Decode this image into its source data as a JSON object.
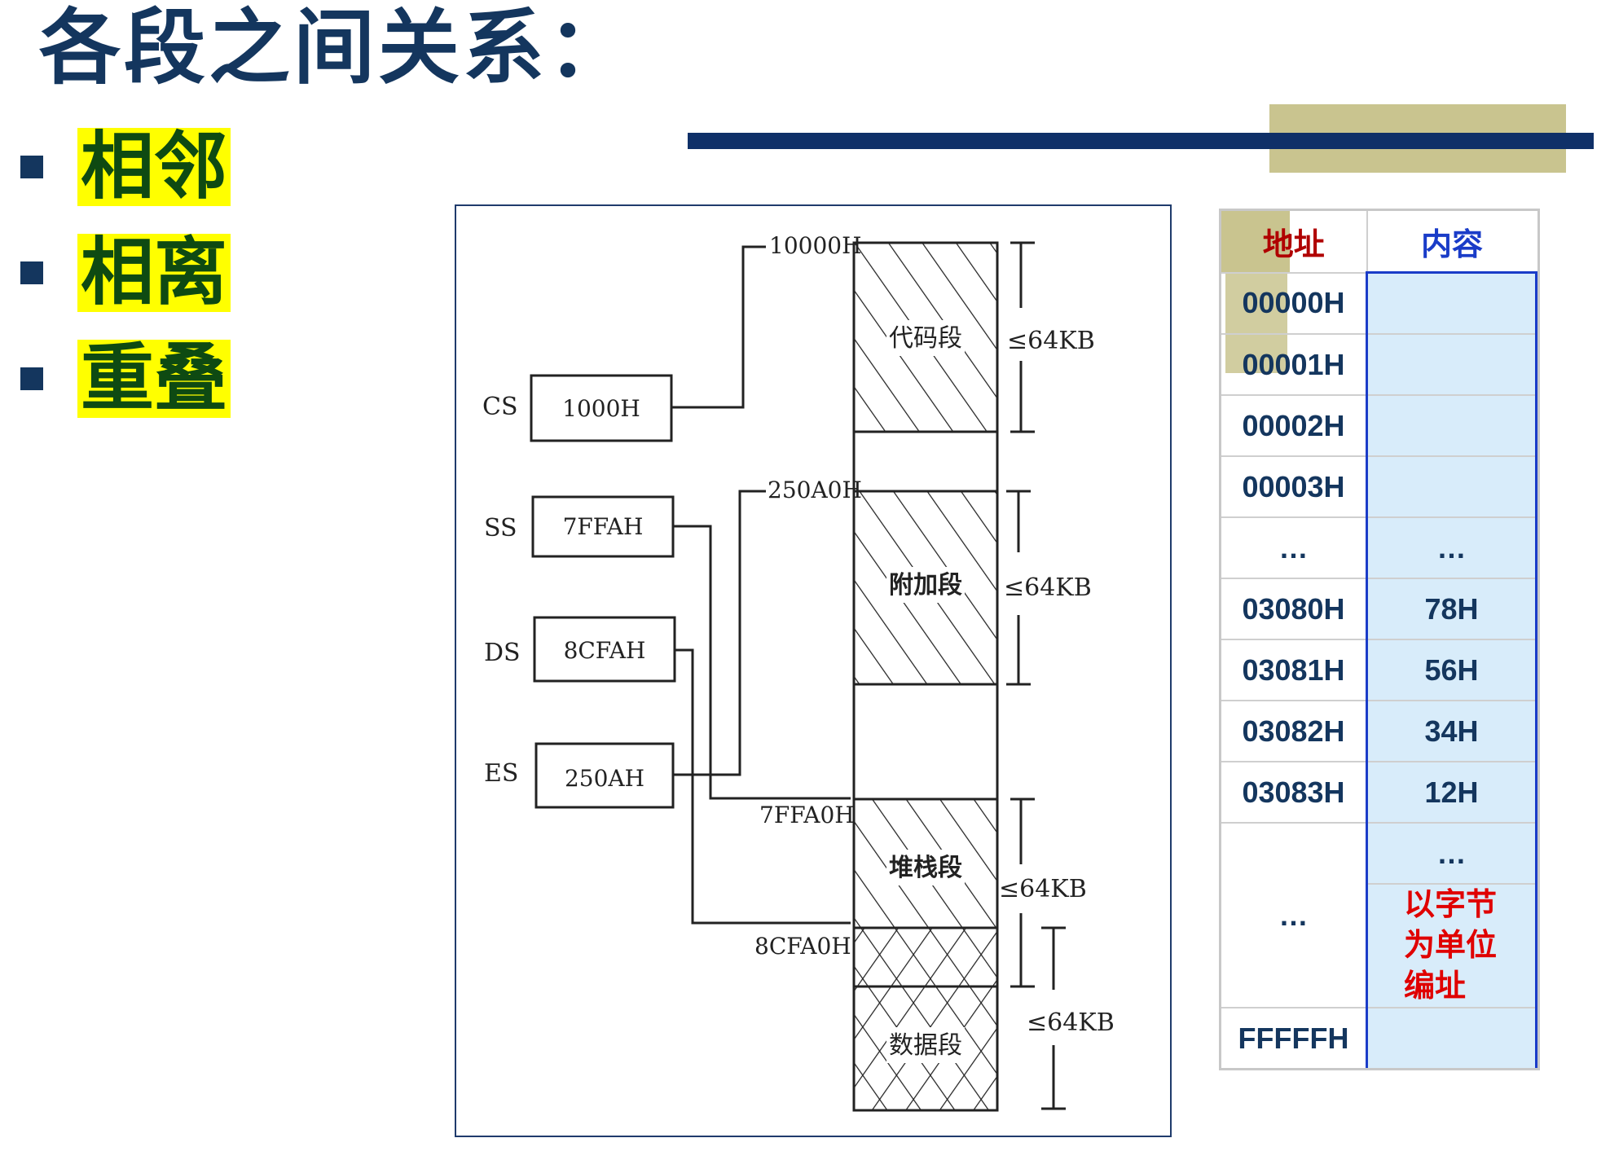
{
  "title": "各段之间关系：",
  "bullets": [
    "相邻",
    "相离",
    "重叠"
  ],
  "colors": {
    "navy": "#0f3068",
    "olive": "#c9c48f",
    "highlight": "#ffff00",
    "bullet_text": "#0e4a12",
    "table_border": "#1a3cc8",
    "cell_fill": "#d8ecfa"
  },
  "diagram": {
    "registers": [
      {
        "name": "CS",
        "value": "1000H"
      },
      {
        "name": "SS",
        "value": "7FFAH"
      },
      {
        "name": "DS",
        "value": "8CFAH"
      },
      {
        "name": "ES",
        "value": "250AH"
      }
    ],
    "addresses": [
      "10000H",
      "250A0H",
      "7FFA0H",
      "8CFA0H"
    ],
    "segments": [
      "代码段",
      "附加段",
      "堆栈段",
      "数据段"
    ],
    "size_label": "≤64KB"
  },
  "memory_table": {
    "headers": {
      "address": "地址",
      "content": "内容"
    },
    "rows": [
      {
        "addr": "00000H",
        "content": ""
      },
      {
        "addr": "00001H",
        "content": ""
      },
      {
        "addr": "00002H",
        "content": ""
      },
      {
        "addr": "00003H",
        "content": ""
      },
      {
        "addr": "…",
        "content": "…"
      },
      {
        "addr": "03080H",
        "content": "78H"
      },
      {
        "addr": "03081H",
        "content": "56H"
      },
      {
        "addr": "03082H",
        "content": "34H"
      },
      {
        "addr": "03083H",
        "content": "12H"
      }
    ],
    "tail_content_ellipsis": "…",
    "tail_addr_ellipsis": "…",
    "note_lines": [
      "以字节",
      "为单位",
      "编址"
    ],
    "last_addr": "FFFFFH"
  }
}
